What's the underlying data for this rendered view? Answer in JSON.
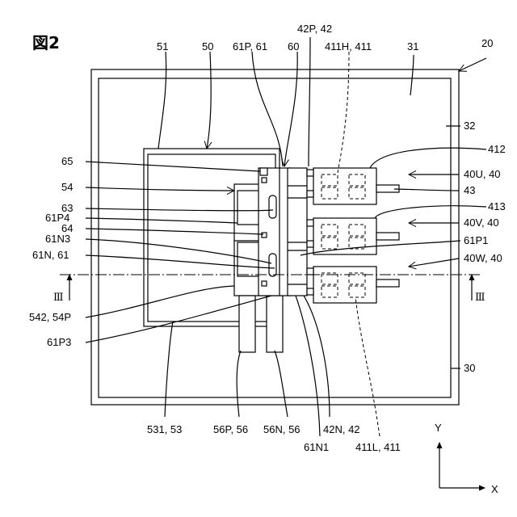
{
  "figure": {
    "title": "図2"
  },
  "labels": {
    "l20": "20",
    "l50": "50",
    "l51": "51",
    "l60": "60",
    "l61p61": "61P, 61",
    "l42p42": "42P, 42",
    "l411h": "411H, 411",
    "l31": "31",
    "l32": "32",
    "l412": "412",
    "l40u": "40U, 40",
    "l43": "43",
    "l413": "413",
    "l40v": "40V, 40",
    "l61p1": "61P1",
    "l40w": "40W, 40",
    "l65": "65",
    "l54": "54",
    "l63": "63",
    "l61p4": "61P4",
    "l64": "64",
    "l61n3": "61N3",
    "l61n61": "61N, 61",
    "lIII_left": "Ⅲ",
    "lIII_right": "Ⅲ",
    "l542": "542, 54P",
    "l61p3": "61P3",
    "l30": "30",
    "l531": "531, 53",
    "l56p": "56P, 56",
    "l56n": "56N, 56",
    "l42n": "42N, 42",
    "l61n1": "61N1",
    "l411l": "411L, 411"
  },
  "axes": {
    "y": "Y",
    "x": "X"
  }
}
